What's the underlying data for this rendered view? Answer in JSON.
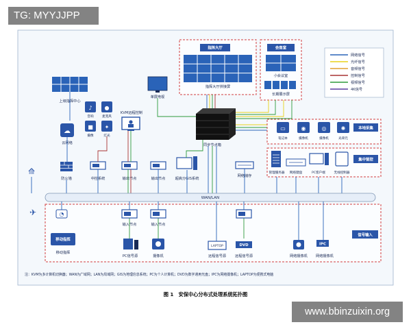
{
  "watermarks": {
    "top": "TG: MYYJJPP",
    "bottom": "www.bbinzuixin.org"
  },
  "legend": {
    "items": [
      {
        "label": "网络信号",
        "color": "#2a63b8"
      },
      {
        "label": "光纤信号",
        "color": "#e8d21a"
      },
      {
        "label": "音频信号",
        "color": "#e0a030"
      },
      {
        "label": "控制信号",
        "color": "#a83232"
      },
      {
        "label": "视频信号",
        "color": "#2e9a3c"
      },
      {
        "label": "4K信号",
        "color": "#5a3aa0"
      }
    ]
  },
  "groups": {
    "command_hall": "指挥大厅",
    "command_hall_wall": "指挥大厅拼接屏",
    "meeting_room": "会商室",
    "small_meeting": "小会议室",
    "long_display": "长期展示屏",
    "local_capture": "本地采集",
    "central_control": "集中管控",
    "signal_input": "信号输入"
  },
  "nodes": {
    "superior_center": "上级指挥中心",
    "cloud_network": "云网络",
    "audio": "音响",
    "mic": "麦克风",
    "camera": "摄像",
    "light": "灯光",
    "kvm": "KVM远程控制",
    "single_screen": "单屏电视",
    "firewall": "防火墙",
    "center_control": "中控系统",
    "output_node_1": "输出节点",
    "output_node_2": "输出节点",
    "gis": "超高分GIS系统",
    "sync_node": "同步节点箱",
    "storage": "网络储存",
    "notebook": "笔记本",
    "cam1": "摄像机",
    "cam2": "摄像机",
    "optical": "光单元",
    "mgmt_server": "管理服务器",
    "net_keyboard": "网络键盘",
    "pc_client": "PC客户端",
    "wireless_tablet": "无线控制器",
    "input_node_1": "输入节点",
    "input_node_2": "输入节点",
    "pc_signal": "PC信号源",
    "camera_machine": "摄像机",
    "remote_signal": "远程信号源",
    "dvd_signal": "远程信号源",
    "net_camera": "网络摄像机",
    "net_camera_2": "网络摄像机",
    "mobile_command": "移动指挥",
    "mobile_vehicle": "移动指挥"
  },
  "bus": "WAN/LAN",
  "device_tags": {
    "laptop": "LAPTOP",
    "dvd": "DVD",
    "ipc": "IPC"
  },
  "note": "注：KVM为多计算机切换器；WAN为广域网；LAN为局域网；GIS为地理信息系统；PC为个人计算机；DVD为数字通用光盘；IPC为网络摄像机；LAPTOP为便携式电脑",
  "caption": "图 1　安保中心分布式处理系统拓扑图"
}
